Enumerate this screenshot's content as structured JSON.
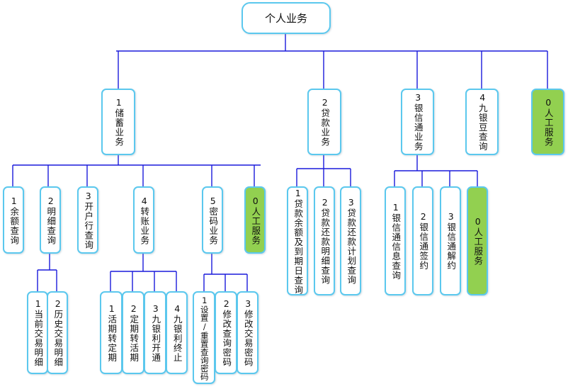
{
  "title": "个人业务",
  "colors": {
    "connector": "#1a1adb",
    "node_border": "#5bc8ee",
    "node_fill": "#ffffff",
    "highlight_fill": "#92d050"
  },
  "root": {
    "label": "个人业务"
  },
  "level1": [
    {
      "id": "savings",
      "label": "1储蓄业务",
      "highlight": false
    },
    {
      "id": "loan",
      "label": "2贷款业务",
      "highlight": false
    },
    {
      "id": "yinxintong",
      "label": "3银信通业务",
      "highlight": false
    },
    {
      "id": "jiuyindou",
      "label": "4九银豆查询",
      "highlight": false
    },
    {
      "id": "manual",
      "label": "0人工服务",
      "highlight": true
    }
  ],
  "savings_children": [
    {
      "id": "balance",
      "label": "1余额查询",
      "highlight": false
    },
    {
      "id": "detail",
      "label": "2明细查询",
      "highlight": false
    },
    {
      "id": "branch",
      "label": "3开户行查询",
      "highlight": false
    },
    {
      "id": "transfer",
      "label": "4转账业务",
      "highlight": false
    },
    {
      "id": "password",
      "label": "5密码业务",
      "highlight": false
    },
    {
      "id": "manual",
      "label": "0人工服务",
      "highlight": true
    }
  ],
  "detail_children": [
    {
      "label": "1当前交易明细"
    },
    {
      "label": "2历史交易明细"
    }
  ],
  "transfer_children": [
    {
      "label": "1活期转定期"
    },
    {
      "label": "2定期转活期"
    },
    {
      "label": "3九银利开通"
    },
    {
      "label": "4九银利终止"
    }
  ],
  "password_children": [
    {
      "label": "1设置/重置查询密码"
    },
    {
      "label": "2修改查询密码"
    },
    {
      "label": "3修改交易密码"
    }
  ],
  "loan_children": [
    {
      "label": "1贷款余额及到期日查询"
    },
    {
      "label": "2贷款还款明细查询"
    },
    {
      "label": "3贷款还款计划查询"
    }
  ],
  "yinxintong_children": [
    {
      "label": "1银信通信息查询",
      "highlight": false
    },
    {
      "label": "2银信通签约",
      "highlight": false
    },
    {
      "label": "3银信通解约",
      "highlight": false
    },
    {
      "label": "0人工服务",
      "highlight": true
    }
  ]
}
